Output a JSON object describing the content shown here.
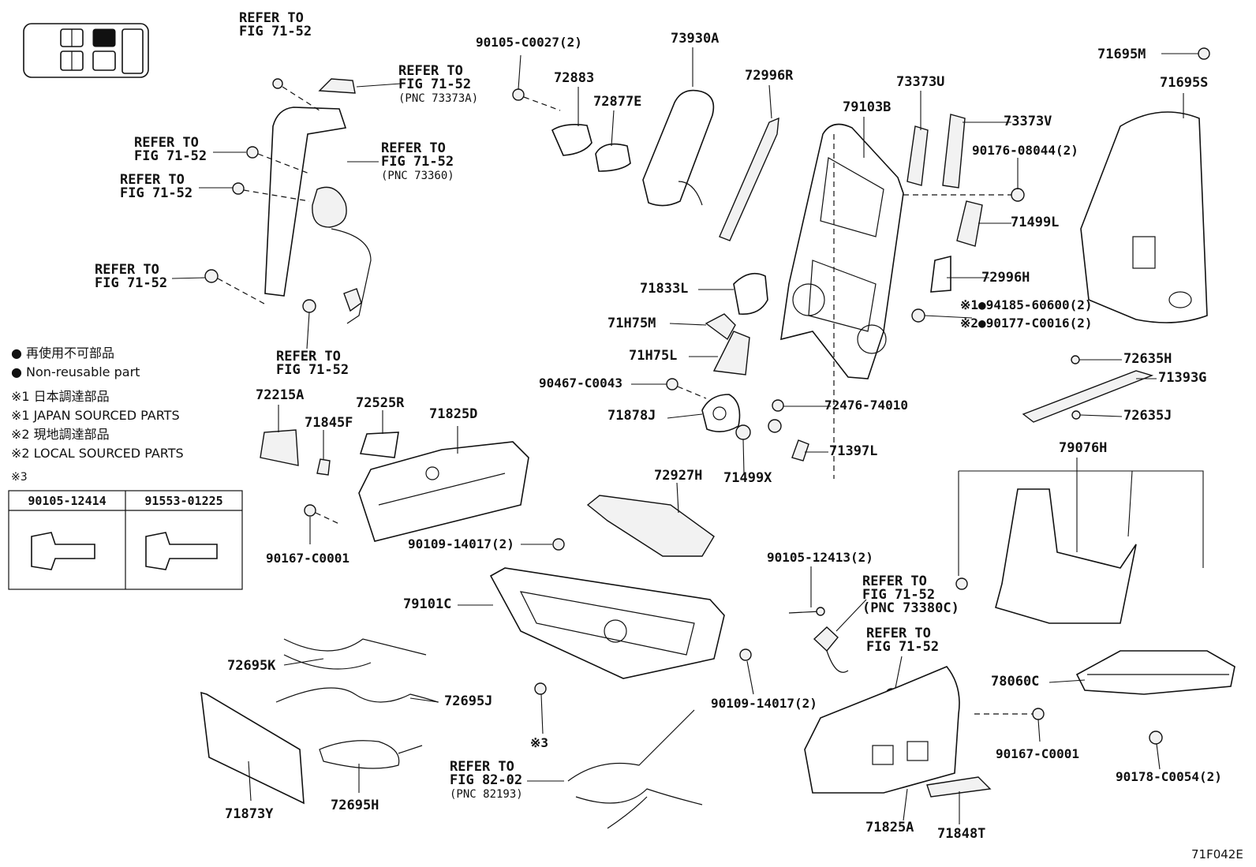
{
  "labels": {
    "refer_a": [
      "REFER TO",
      "FIG 71-52"
    ],
    "refer_b": [
      "REFER TO",
      "FIG 71-52",
      "(PNC 73373A)"
    ],
    "refer_c": [
      "REFER TO",
      "FIG 71-52"
    ],
    "refer_d": [
      "REFER TO",
      "FIG 71-52"
    ],
    "refer_e": [
      "REFER TO",
      "FIG 71-52",
      "(PNC 73360)"
    ],
    "refer_f": [
      "REFER TO",
      "FIG 71-52"
    ],
    "refer_g": [
      "REFER TO",
      "FIG 71-52"
    ],
    "refer_h": [
      "REFER TO",
      "FIG 71-52",
      "(PNC 73380C)"
    ],
    "refer_i": [
      "REFER TO",
      "FIG 71-52"
    ],
    "refer_j": [
      "REFER TO",
      "FIG 82-02",
      "(PNC 82193)"
    ],
    "p_90105_c0027": "90105-C0027(2)",
    "p_72883": "72883",
    "p_72877e": "72877E",
    "p_73930a": "73930A",
    "p_72996r": "72996R",
    "p_73373u": "73373U",
    "p_79103b": "79103B",
    "p_73373v": "73373V",
    "p_90176": "90176-08044(2)",
    "p_71695m": "71695M",
    "p_71695s": "71695S",
    "p_71499l": "71499L",
    "p_72996h": "72996H",
    "p_71833l": "71833L",
    "p_94185": "94185-60600(2)",
    "p_90177": "90177-C0016(2)",
    "p_71h75m": "71H75M",
    "p_71h75l": "71H75L",
    "p_72635h": "72635H",
    "p_71393g": "71393G",
    "p_90467": "90467-C0043",
    "p_72476": "72476-74010",
    "p_72635j": "72635J",
    "p_71878j": "71878J",
    "p_71397l": "71397L",
    "p_71499x": "71499X",
    "p_79076h": "79076H",
    "p_72215a": "72215A",
    "p_72525r": "72525R",
    "p_71825d": "71825D",
    "p_71845f": "71845F",
    "p_72927h": "72927H",
    "p_90167_c0001_a": "90167-C0001",
    "p_90109_a": "90109-14017(2)",
    "p_90105_12413": "90105-12413(2)",
    "p_79101c": "79101C",
    "p_72695k": "72695K",
    "p_72695j": "72695J",
    "p_72695h": "72695H",
    "p_71873y": "71873Y",
    "p_90109_b": "90109-14017(2)",
    "p_78060c": "78060C",
    "p_90167_c0001_b": "90167-C0001",
    "p_90178": "90178-C0054(2)",
    "p_71825a": "71825A",
    "p_71848t": "71848T",
    "p_kome3": "※3"
  },
  "markers": {
    "m1": "※1",
    "m2": "※2"
  },
  "legend": {
    "line1": "● 再使用不可部品",
    "line2": "● Non-reusable part",
    "line3": "※1 日本調達部品",
    "line4": "※1 JAPAN SOURCED PARTS",
    "line5": "※2 現地調達部品",
    "line6": "※2 LOCAL SOURCED PARTS",
    "line7": "※3"
  },
  "bolt_table": {
    "col1": "90105-12414",
    "col2": "91553-01225"
  },
  "diagram_code": "71F042E"
}
